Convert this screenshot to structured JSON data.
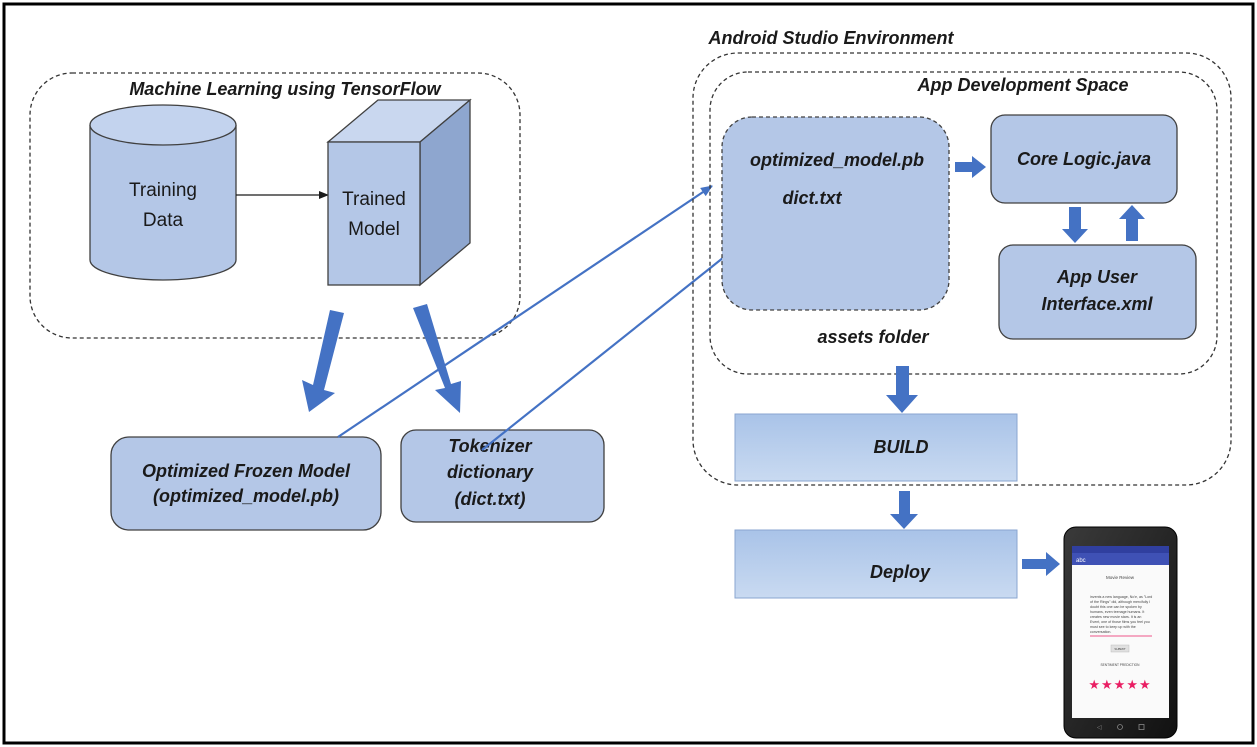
{
  "groups": {
    "ml": "Machine Learning using TensorFlow",
    "android_studio": "Android Studio Environment",
    "app_dev": "App Development Space",
    "assets": "assets folder"
  },
  "nodes": {
    "training_data": [
      "Training",
      "Data"
    ],
    "trained_model": [
      "Trained",
      "Model"
    ],
    "frozen_model": [
      "Optimized Frozen Model",
      "(optimized_model.pb)"
    ],
    "tokenizer": [
      "Tokenizer",
      "dictionary",
      "(dict.txt)"
    ],
    "assets_model": "optimized_model.pb",
    "assets_dict": "dict.txt",
    "core_logic": "Core Logic.java",
    "app_ui": [
      "App User",
      "Interface.xml"
    ],
    "build": "BUILD",
    "deploy": "Deploy"
  },
  "phone": {
    "app_title": "abc",
    "heading": "Movie Review",
    "review_text": [
      "invents a new language, No'e, as \"Lord",
      "of the Rings\" did, although mercifully I",
      "doubt this one can be spoken by",
      "humans, even teenage humans. It",
      "creates new movie stars. It is an",
      "Event, one of those films you feel you",
      "must see to keep up with the",
      "conversation."
    ],
    "button": "SUBMIT",
    "result": "SENTIMENT PREDICTION",
    "stars": "★★★★★",
    "star_count": 5,
    "star_color": "#e91e63"
  },
  "colors": {
    "box_fill": "#b4c7e7",
    "box_stroke": "#404040",
    "arrow": "#4472c4",
    "line": "#4472c4"
  }
}
